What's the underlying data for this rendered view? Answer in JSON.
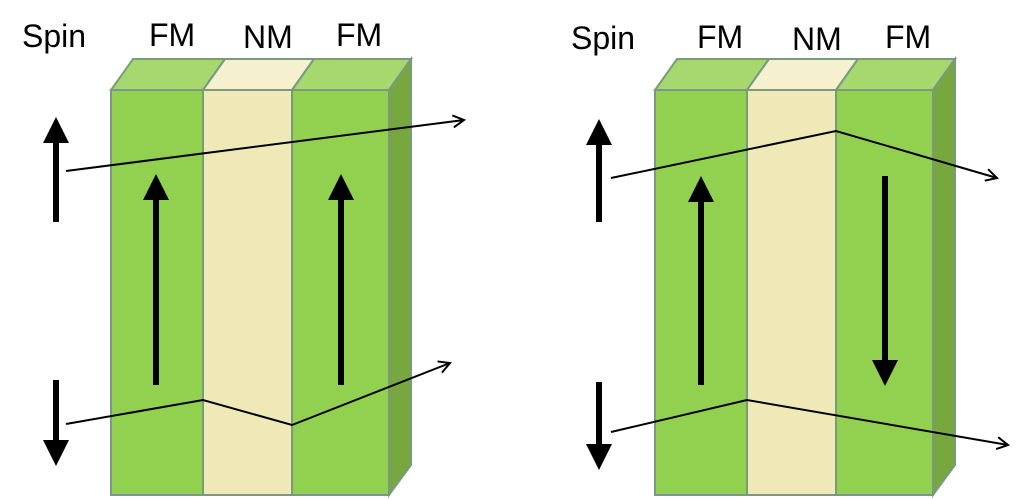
{
  "colors": {
    "ferromagnet_face": "#92d050",
    "ferromagnet_top": "#a6d86f",
    "ferromagnet_side": "#76a83f",
    "nonmagnet_face": "#efe9b8",
    "nonmagnet_top": "#f5f1cf",
    "outline": "#7a9a80",
    "arrow": "#000000"
  },
  "left_panel": {
    "spin_label": "Spin",
    "layer_labels": [
      "FM",
      "NM",
      "FM"
    ],
    "magnetization": [
      "up",
      "up"
    ],
    "state": "parallel"
  },
  "right_panel": {
    "spin_label": "Spin",
    "layer_labels": [
      "FM",
      "NM",
      "FM"
    ],
    "magnetization": [
      "up",
      "down"
    ],
    "state": "antiparallel"
  }
}
